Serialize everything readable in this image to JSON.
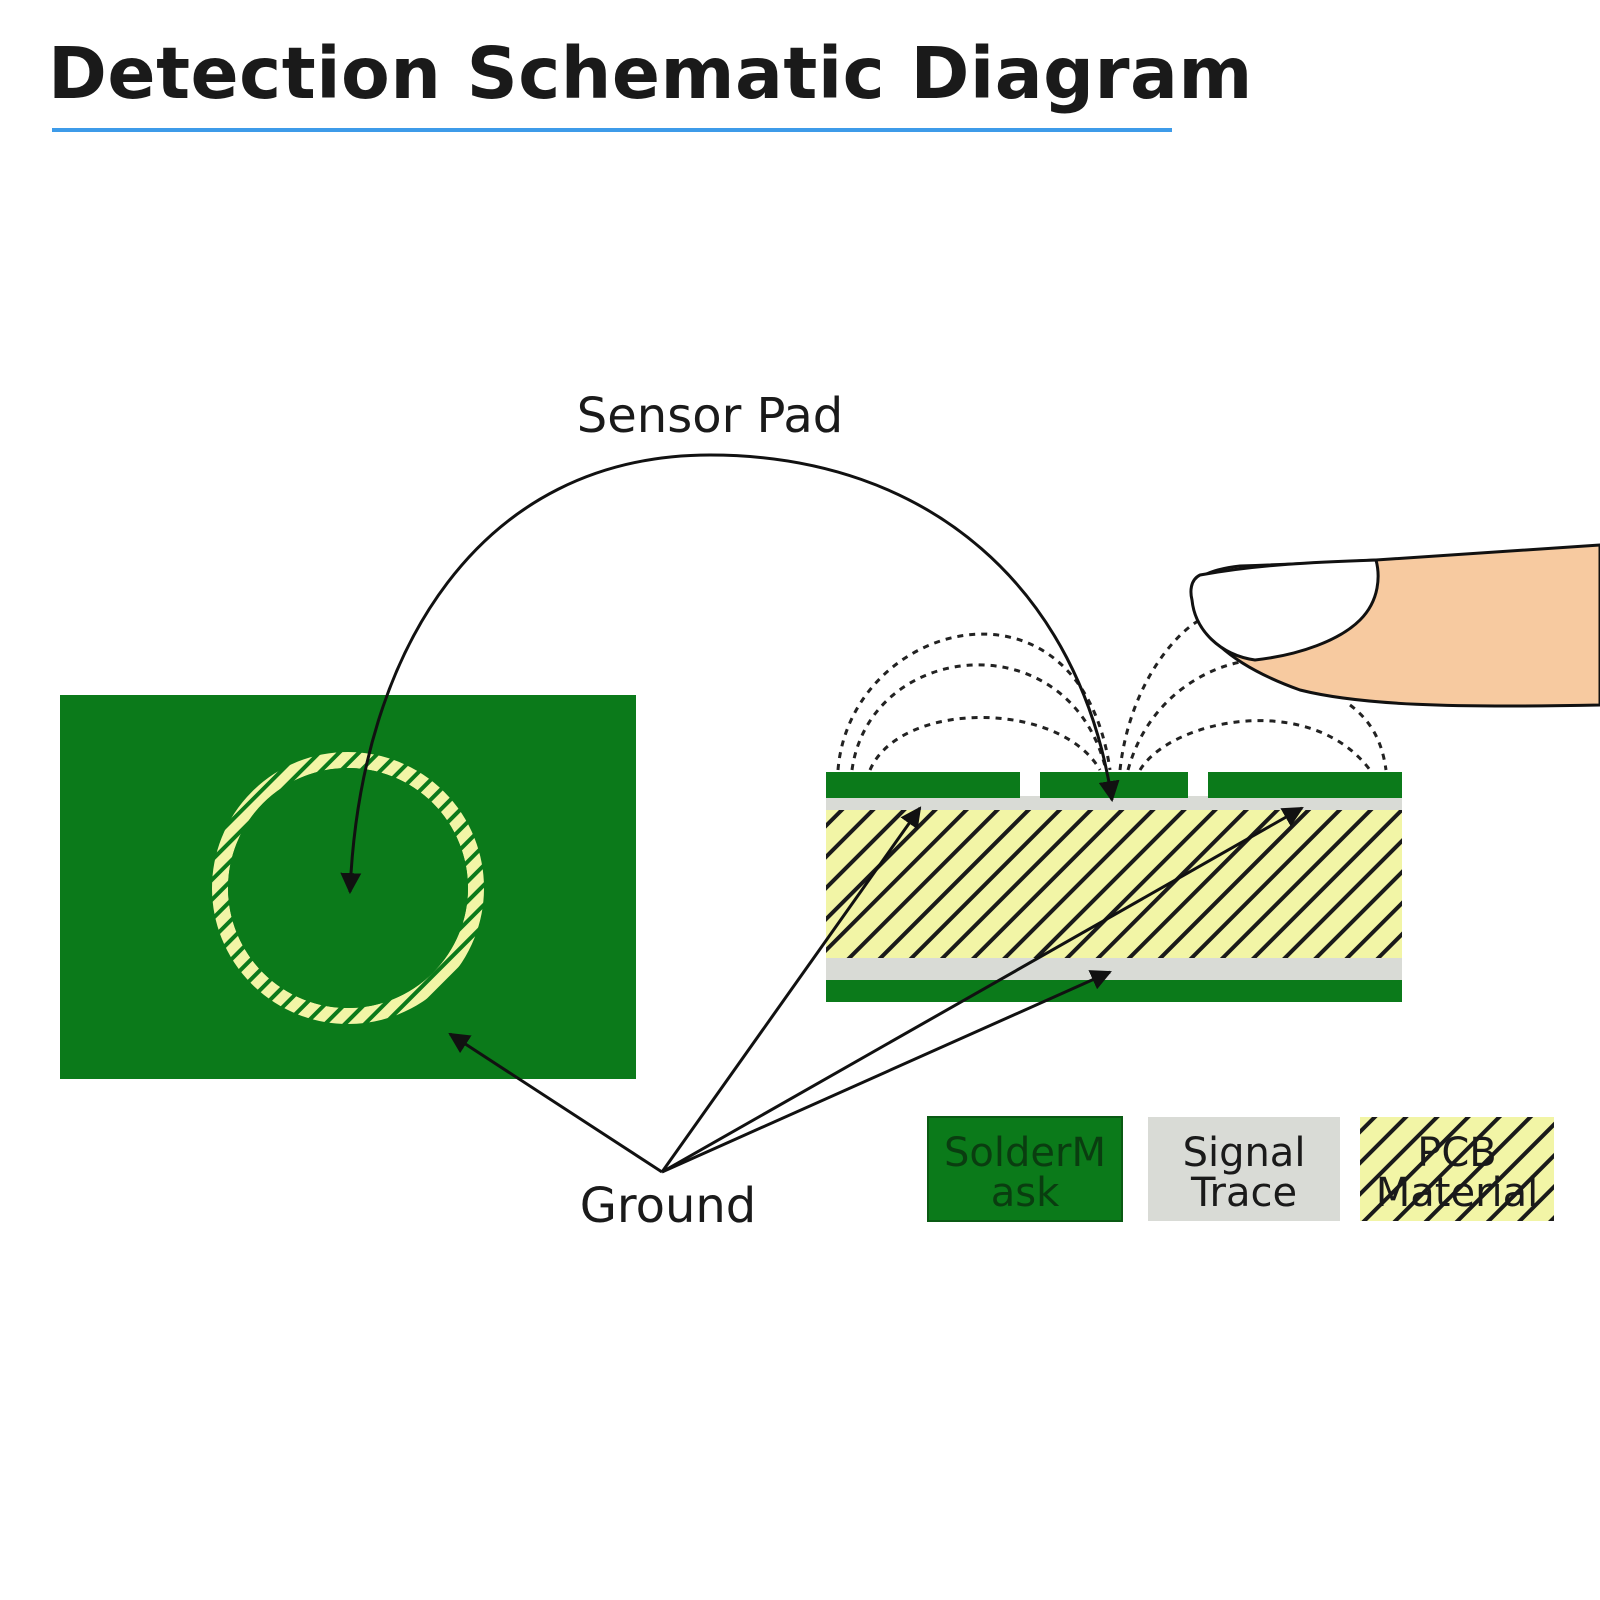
{
  "title": "Detection Schematic Diagram",
  "labels": {
    "sensor_pad": "Sensor Pad",
    "ground": "Ground"
  },
  "legend": [
    {
      "line1": "SolderM",
      "line2": "ask",
      "swatch": "soldermask"
    },
    {
      "line1": "Signal",
      "line2": "Trace",
      "swatch": "signal-trace"
    },
    {
      "line1": "PCB",
      "line2": "Material",
      "swatch": "pcb-material"
    }
  ],
  "colors": {
    "title_rule": "#3d9be9",
    "soldermask": "#0b7a1a",
    "signal_trace": "#d9dbd6",
    "pcb_material": "#f2f5a6",
    "finger": "#f7caa0"
  }
}
